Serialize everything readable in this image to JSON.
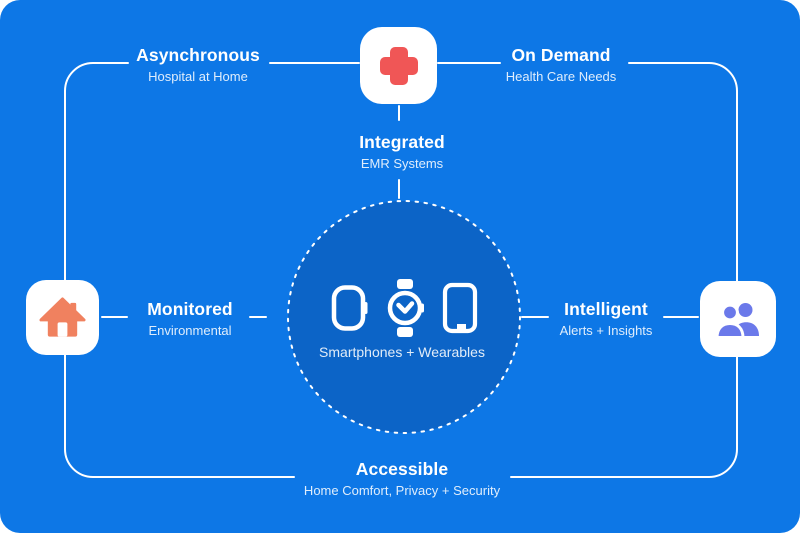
{
  "colors": {
    "background": "#0d77e6",
    "circle_fill": "#0c64c7",
    "line": "#ffffff",
    "tile": "#ffffff",
    "cross": "#f05656",
    "house": "#f0815f",
    "people": "#6b79ea"
  },
  "labels": {
    "asynchronous": {
      "title": "Asynchronous",
      "subtitle": "Hospital at Home"
    },
    "on_demand": {
      "title": "On Demand",
      "subtitle": "Health Care Needs"
    },
    "integrated": {
      "title": "Integrated",
      "subtitle": "EMR Systems"
    },
    "monitored": {
      "title": "Monitored",
      "subtitle": "Environmental"
    },
    "intelligent": {
      "title": "Intelligent",
      "subtitle": "Alerts + Insights"
    },
    "accessible": {
      "title": "Accessible",
      "subtitle": "Home Comfort, Privacy + Security"
    }
  },
  "center": {
    "label": "Smartphones + Wearables",
    "icons": [
      "smartwatch-square-icon",
      "smartwatch-round-icon",
      "smartphone-icon"
    ]
  },
  "corner_icons": [
    "medical-cross-icon",
    "house-icon",
    "people-icon"
  ]
}
